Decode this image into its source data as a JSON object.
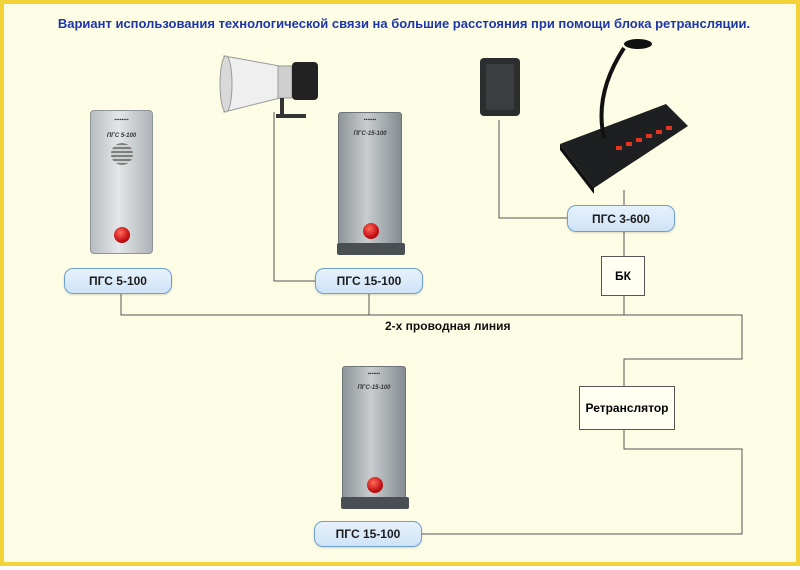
{
  "title": "Вариант использования технологической связи на большие расстояния при помощи блока ретрансляции.",
  "labels": {
    "pgs5_100": "ПГС 5-100",
    "pgs15_100_top": "ПГС 15-100",
    "pgs15_100_bottom": "ПГС 15-100",
    "pgs3_600": "ПГС 3-600",
    "bk": "БК",
    "retranslator": "Ретранслятор",
    "line": "2-х проводная линия"
  },
  "device_text": {
    "pgs5": "ПГС 5-100",
    "pgs15_top": "ПГС-15-100",
    "pgs15_bottom": "ПГС-15-100"
  },
  "colors": {
    "frame": "#f3d23a",
    "background": "#fdfde6",
    "title": "#1d36a8",
    "pill": "#cfe3f7",
    "button_red": "#c40f12"
  }
}
